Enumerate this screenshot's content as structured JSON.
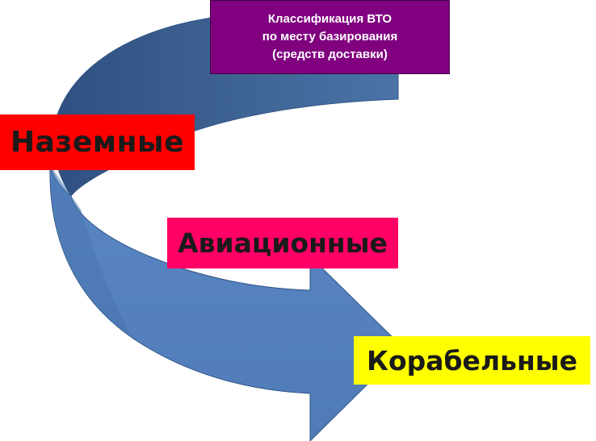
{
  "title": {
    "line1": "Классификация ВТО",
    "line2": "по месту базирования",
    "line3": "(средств доставки)"
  },
  "categories": {
    "ground": "Наземные",
    "air": "Авиационные",
    "ship": "Корабельные"
  },
  "colors": {
    "title_bg": "#800080",
    "ground_bg": "#ff0000",
    "air_bg": "#ff0066",
    "ship_bg": "#ffff00",
    "arrow_light": "#5582bf",
    "arrow_dark": "#3e6494",
    "arrow_outline": "#2f5483"
  }
}
